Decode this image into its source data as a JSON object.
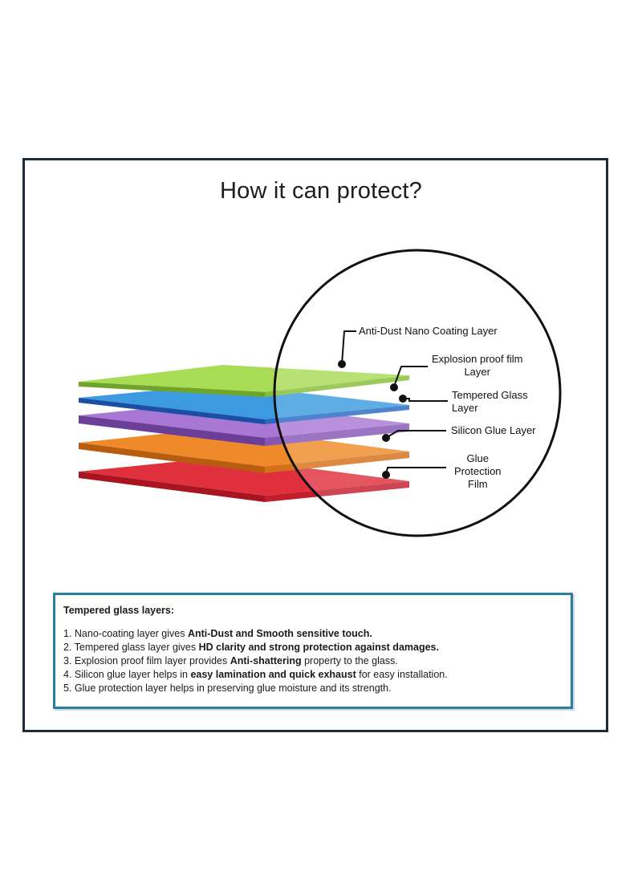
{
  "title": "How it can protect?",
  "layers": [
    {
      "label": "Anti-Dust Nano Coating Layer",
      "color": "#9fd64a"
    },
    {
      "label": "Explosion proof film\nLayer",
      "color": "#2f8fd8"
    },
    {
      "label": "Tempered Glass\nLayer",
      "color": "#9b6bc9"
    },
    {
      "label": "Silicon Glue Layer",
      "color": "#ef8a2a"
    },
    {
      "label": "Glue\nProtection\nFilm",
      "color": "#e0303e"
    }
  ],
  "info": {
    "heading": "Tempered glass layers:",
    "items": [
      {
        "pre": "1. Nano-coating layer gives ",
        "bold": "Anti-Dust and Smooth sensitive touch.",
        "post": ""
      },
      {
        "pre": "2. Tempered glass layer gives  ",
        "bold": "HD clarity and strong protection against damages.",
        "post": ""
      },
      {
        "pre": "3. Explosion proof film layer provides ",
        "bold": "Anti-shattering",
        "post": " property to the glass."
      },
      {
        "pre": "4. Silicon glue layer helps in ",
        "bold": "easy lamination and quick exhaust",
        "post": " for easy installation."
      },
      {
        "pre": "5. Glue protection layer helps in preserving glue moisture and its strength.",
        "bold": "",
        "post": ""
      }
    ]
  }
}
